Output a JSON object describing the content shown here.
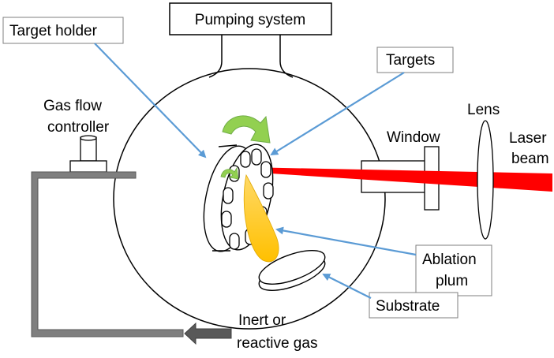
{
  "labels": {
    "pumping_system": "Pumping system",
    "target_holder": "Target holder",
    "targets": "Targets",
    "gas_flow_1": "Gas flow",
    "gas_flow_2": "controller",
    "window": "Window",
    "lens": "Lens",
    "laser_1": "Laser",
    "laser_2": "beam",
    "ablation_1": "Ablation",
    "ablation_2": "plum",
    "substrate": "Substrate",
    "inert_1": "Inert or",
    "inert_2": "reactive gas"
  },
  "colors": {
    "laser": "#ff0000",
    "plume": "#ffc000",
    "rotation_arrow": "#92d050",
    "pointer_arrow": "#5b9bd5",
    "gas_line": "#7f7f7f",
    "gas_arrow": "#595959",
    "outline": "#000000"
  }
}
